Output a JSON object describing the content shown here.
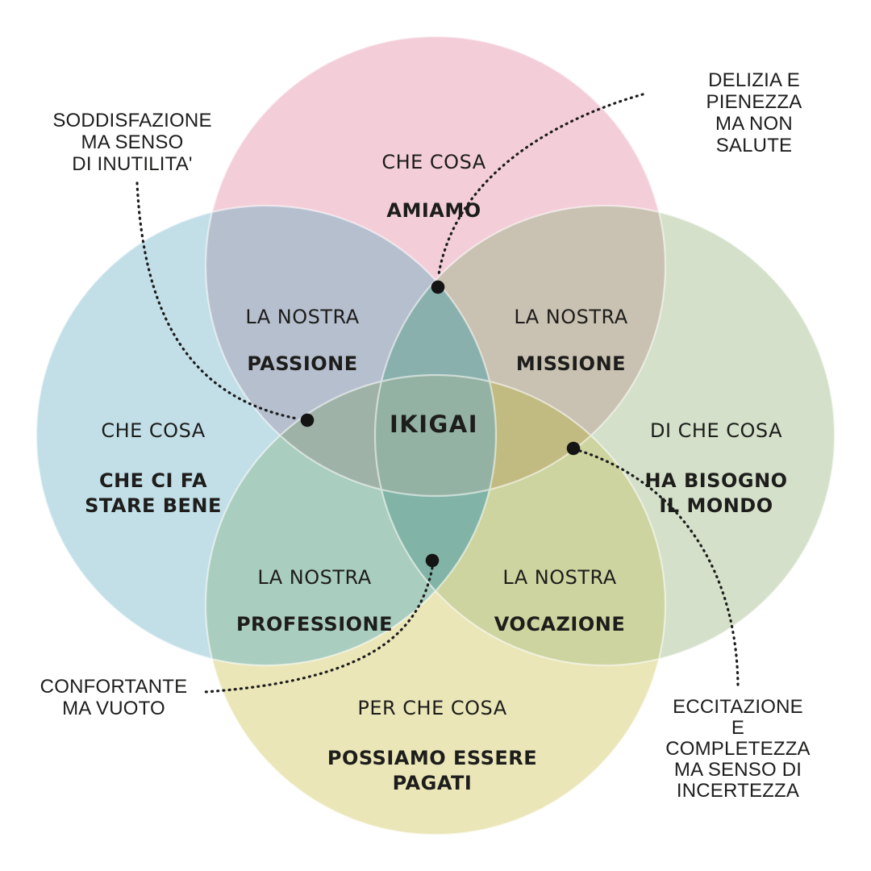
{
  "title": "IKIGAI venn diagram (Italian)",
  "palette": {
    "background": "#ffffff",
    "text": "#1d1d1b",
    "line": "#1c1c1c",
    "dot": "#141414",
    "circle_stroke": "#ffffff",
    "pink": "#f3ced9",
    "blue": "#c2dfe8",
    "green": "#d4e0c9",
    "yellow": "#eae6b8",
    "passione": "#b6bfce",
    "missione": "#c9c1b1",
    "professione": "#a9cdbe",
    "vocazione": "#cdd49f",
    "triple_top": "#8ab0ad",
    "triple_left": "#9fb2a7",
    "triple_right": "#c2bb81",
    "triple_bottom": "#81b4a6",
    "center": "#93b2a3"
  },
  "circles": {
    "top": {
      "question_regular": "CHE COSA",
      "question_bold": "AMIAMO"
    },
    "left": {
      "question_regular": "CHE COSA",
      "question_bold": "CHE CI FA\nSTARE BENE"
    },
    "right": {
      "question_regular": "DI CHE COSA",
      "question_bold": "HA BISOGNO\nIL MONDO"
    },
    "bottom": {
      "question_regular": "PER CHE COSA",
      "question_bold": "POSSIAMO ESSERE\nPAGATI"
    }
  },
  "overlaps": {
    "passione": {
      "prefix": "LA NOSTRA",
      "label": "PASSIONE"
    },
    "missione": {
      "prefix": "LA NOSTRA",
      "label": "MISSIONE"
    },
    "professione": {
      "prefix": "LA NOSTRA",
      "label": "PROFESSIONE"
    },
    "vocazione": {
      "prefix": "LA NOSTRA",
      "label": "VOCAZIONE"
    }
  },
  "center_label": "IKIGAI",
  "annotations": {
    "top_left": "SODDISFAZIONE\nMA SENSO\nDI INUTILITA'",
    "top_right": "DELIZIA E PIENEZZA\nMA NON SALUTE",
    "bottom_left": "CONFORTANTE\nMA VUOTO",
    "bottom_right": "ECCITAZIONE E\nCOMPLETEZZA\nMA SENSO DI\nINCERTEZZA"
  }
}
